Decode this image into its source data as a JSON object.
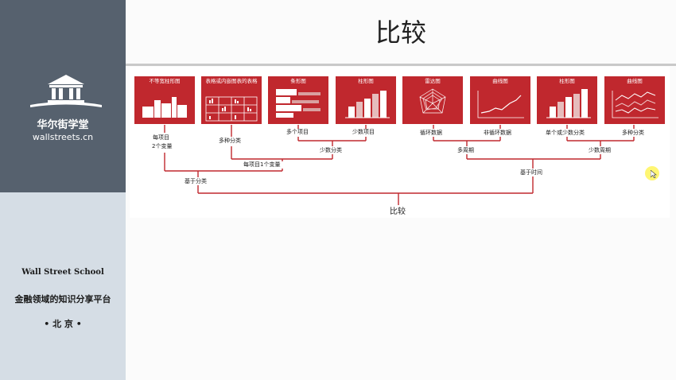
{
  "sidebar": {
    "brand_name": "华尔街学堂",
    "brand_url": "wallstreets.cn",
    "school_name": "Wall Street School",
    "tagline": "金融领域的知识分享平台",
    "city": "• 北 京 •"
  },
  "slide": {
    "title": "比较"
  },
  "cards": [
    {
      "label": "不等宽柱形图",
      "icon": "variable-width-column-icon"
    },
    {
      "label": "表格或内嵌图表的表格",
      "icon": "table-embedded-chart-icon"
    },
    {
      "label": "条形图",
      "icon": "bar-chart-icon"
    },
    {
      "label": "柱形图",
      "icon": "column-chart-icon"
    },
    {
      "label": "雷达图",
      "icon": "radar-chart-icon"
    },
    {
      "label": "曲线图",
      "icon": "line-chart-icon"
    },
    {
      "label": "柱形图",
      "icon": "column-chart-icon"
    },
    {
      "label": "曲线图",
      "icon": "multi-line-chart-icon"
    }
  ],
  "labels": {
    "two_variables_line1": "每项目",
    "two_variables_line2": "2个变量",
    "many_categories": "多种分类",
    "many_items": "多个项目",
    "few_items": "少数项目",
    "cyclic_data": "循环数据",
    "non_cyclic_data": "非循环数据",
    "single_or_few_categories": "单个或少数分类",
    "many_categories_time": "多种分类",
    "few_categories": "少数分类",
    "many_periods": "多周期",
    "few_periods": "少数周期",
    "one_variable": "每项目1个变量",
    "by_time": "基于时间",
    "by_category": "基于分类",
    "root": "比较"
  },
  "colors": {
    "card_red": "#c0282e",
    "connector_red": "#c0282e",
    "sidebar_dark": "#56616e",
    "sidebar_light": "#d5dde5"
  }
}
